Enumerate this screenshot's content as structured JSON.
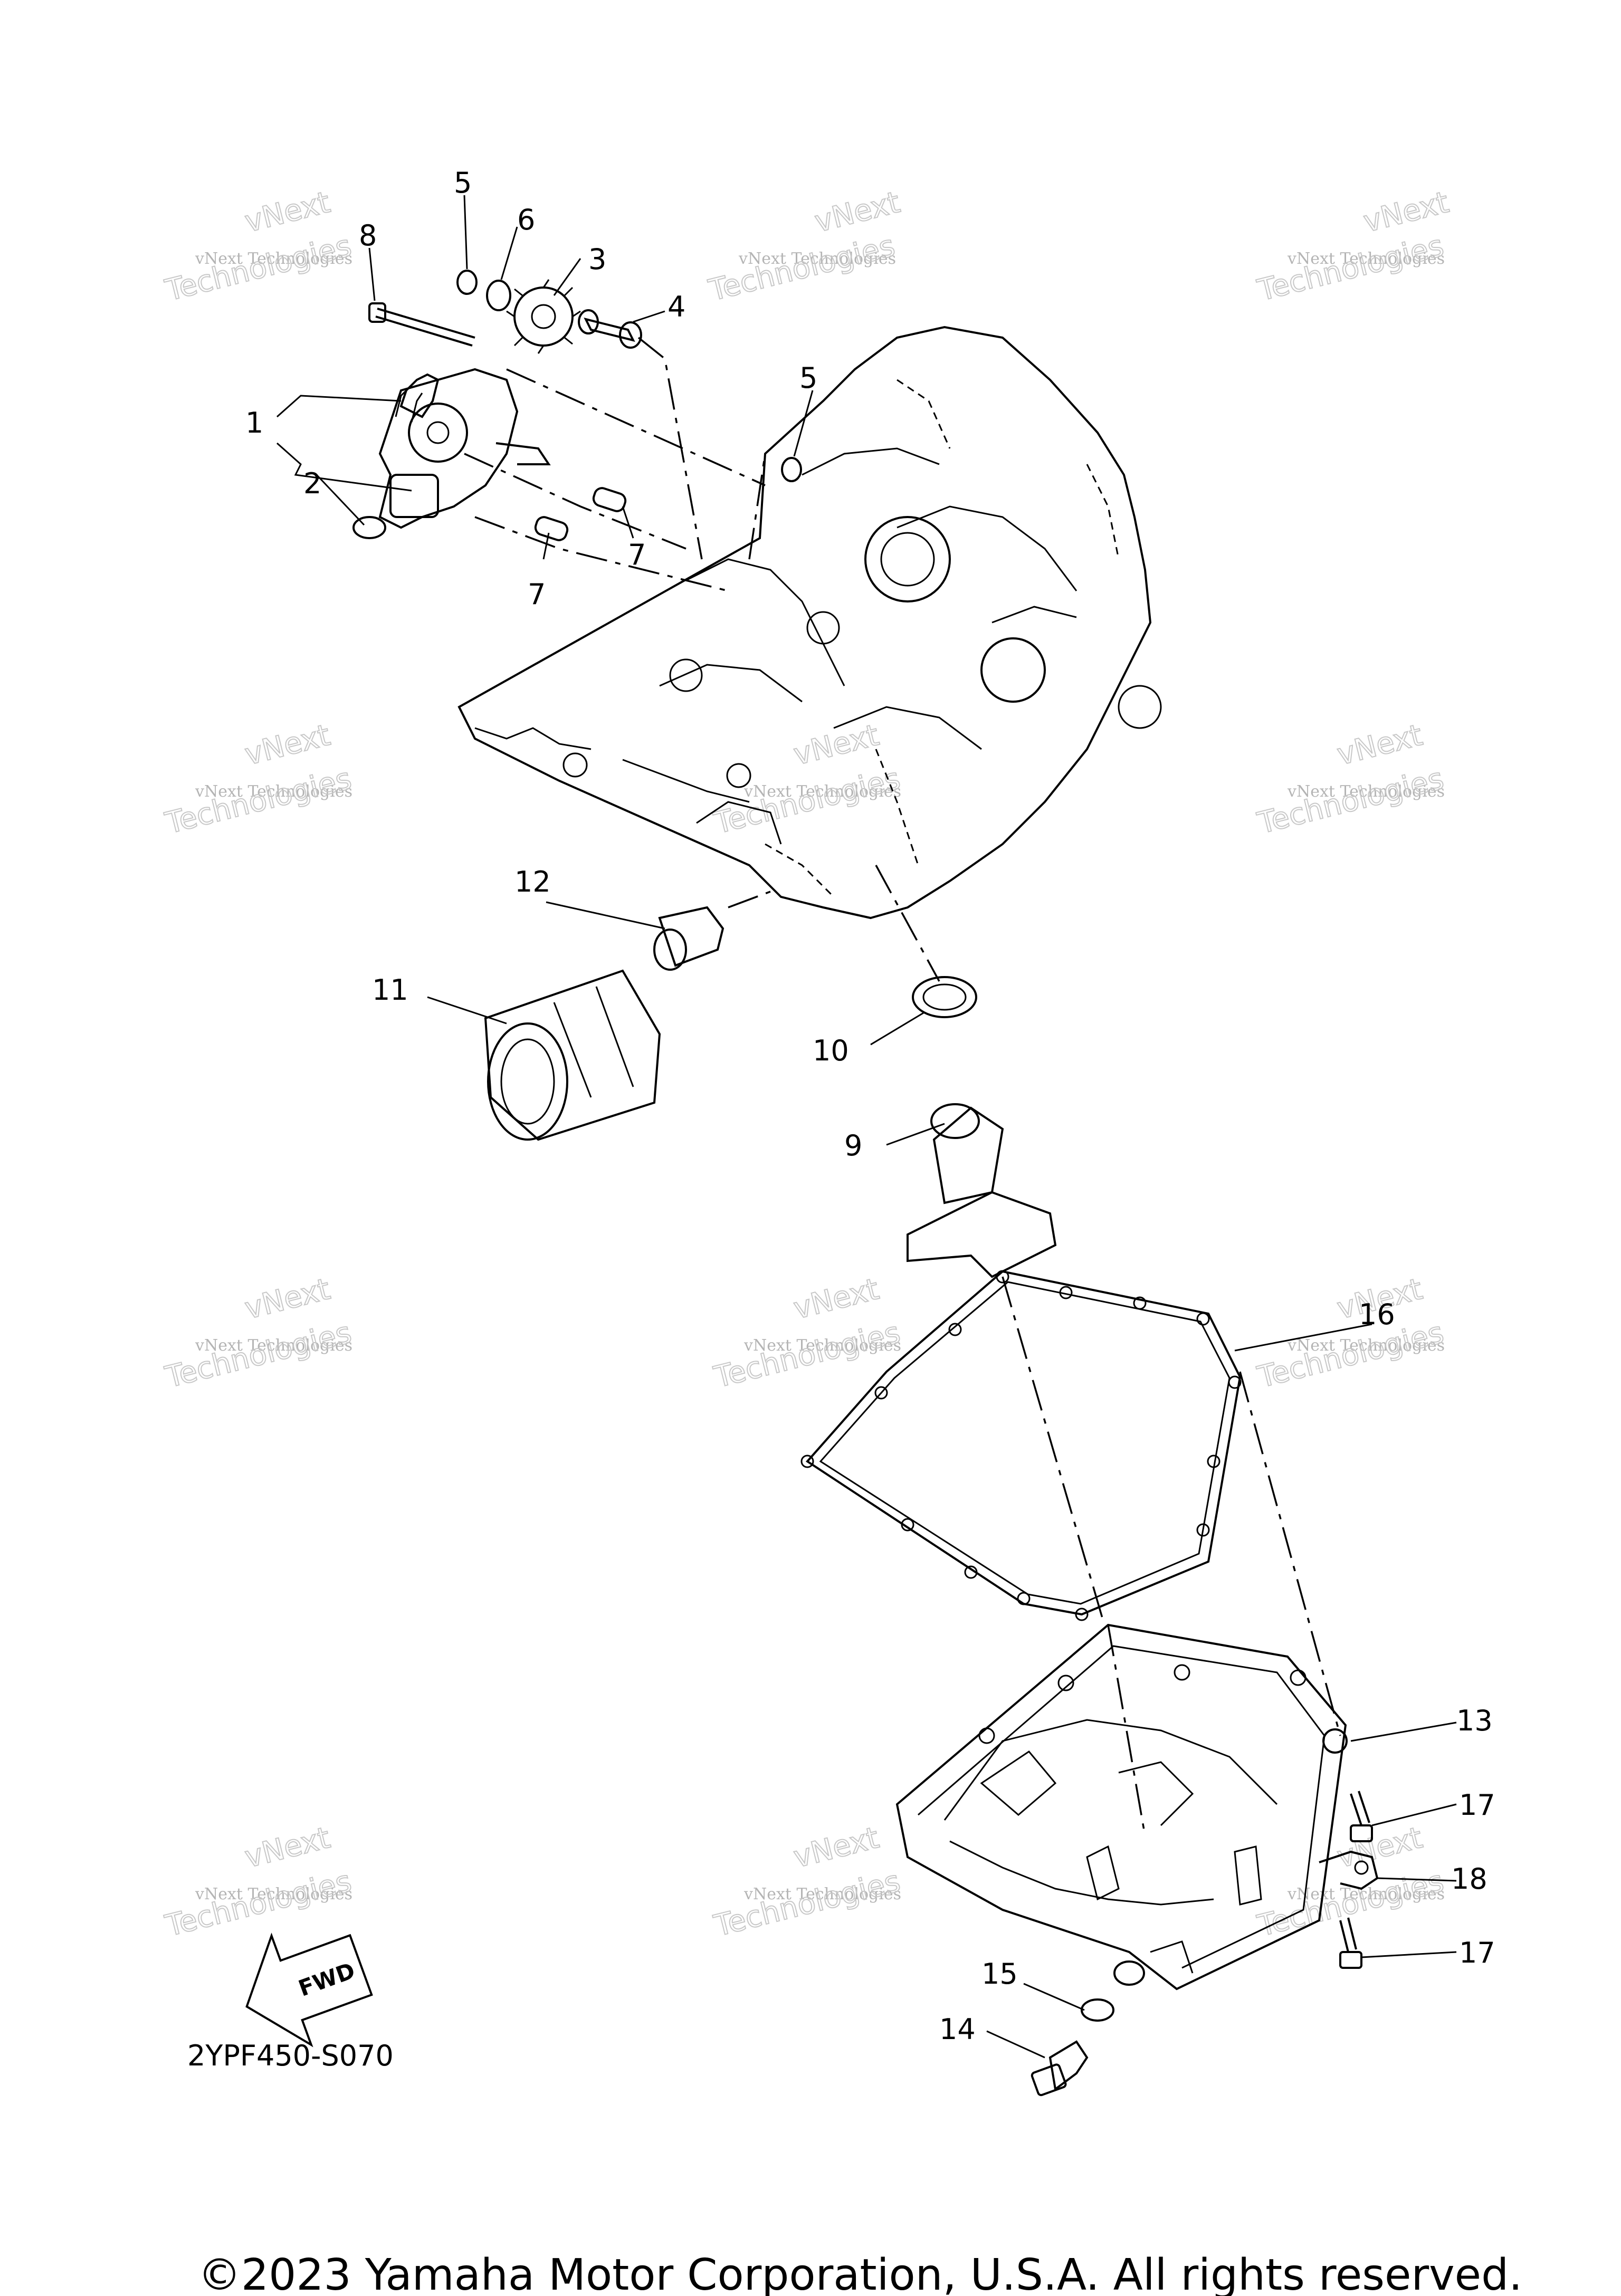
{
  "callouts": [
    "1",
    "2",
    "3",
    "4",
    "5",
    "5",
    "6",
    "7",
    "7",
    "8",
    "9",
    "10",
    "11",
    "12",
    "13",
    "14",
    "15",
    "16",
    "17",
    "17",
    "18"
  ],
  "watermark": {
    "line1": "vNext",
    "line2": "vNext Technologies",
    "line3": "Technologies"
  },
  "fwd_label": "FWD",
  "diagram_code": "2YPF450-S070",
  "copyright": "©2023 Yamaha Motor Corporation, U.S.A. All rights reserved."
}
